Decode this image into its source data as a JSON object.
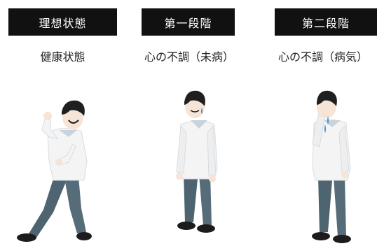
{
  "stages": [
    {
      "label": "理想状態",
      "subtitle": "健康状態"
    },
    {
      "label": "第一段階",
      "subtitle": "心の不調（未病）"
    },
    {
      "label": "第二段階",
      "subtitle": "心の不調（病気）"
    }
  ],
  "colors": {
    "label_bg": "#111111",
    "label_text": "#ffffff",
    "hair": "#1f1f1f",
    "skin": "#f6e4d6",
    "shirt": "#f4f4f4",
    "collar": "#c8d3dc",
    "pants": "#4e6470",
    "shoes": "#1c1c1c",
    "tear": "#3c8fd8"
  }
}
